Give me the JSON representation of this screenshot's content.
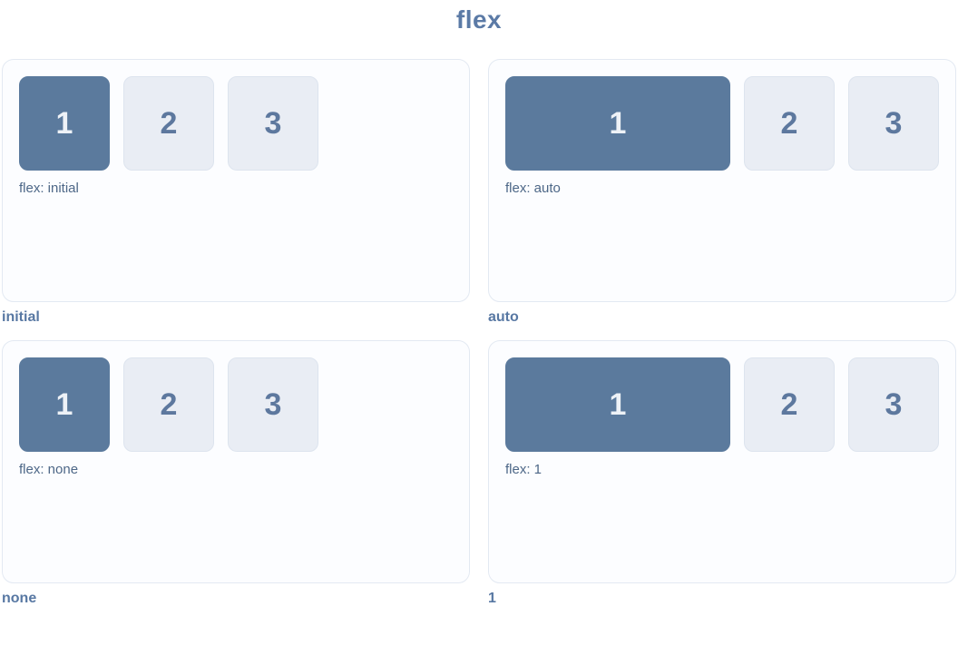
{
  "title": "flex",
  "colors": {
    "accent_dark_item": "#5b7a9d",
    "light_item_bg": "#e9edf4",
    "light_item_border": "#dde4ee",
    "light_item_text": "#5d789e",
    "dark_item_text": "#eef2f7",
    "panel_bg": "#fcfdff",
    "panel_border": "#e3e9f2",
    "title_color": "#5b7aa6",
    "caption_color": "#4d6787",
    "label_color": "#5878a3"
  },
  "panels": [
    {
      "label": "initial",
      "caption": "flex: initial",
      "flex_value": "initial",
      "items": [
        "1",
        "2",
        "3"
      ]
    },
    {
      "label": "auto",
      "caption": "flex: auto",
      "flex_value": "auto",
      "items": [
        "1",
        "2",
        "3"
      ]
    },
    {
      "label": "none",
      "caption": "flex: none",
      "flex_value": "none",
      "items": [
        "1",
        "2",
        "3"
      ]
    },
    {
      "label": "1",
      "caption": "flex: 1",
      "flex_value": "1",
      "items": [
        "1",
        "2",
        "3"
      ]
    }
  ]
}
